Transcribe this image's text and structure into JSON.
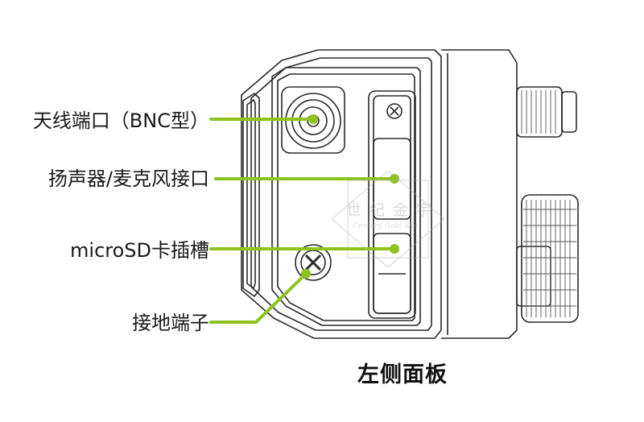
{
  "diagram": {
    "caption": "左侧面板",
    "accent_color": "#8dc21f",
    "callouts": [
      {
        "id": "antenna",
        "label": "天线端口（BNC型）"
      },
      {
        "id": "speaker",
        "label": "扬声器/麦克风接口"
      },
      {
        "id": "microsd",
        "label": "microSD卡插槽"
      },
      {
        "id": "ground",
        "label": "接地端子"
      }
    ]
  },
  "watermark": {
    "text": "世纪金宇",
    "subtext": "Century Gold Sky"
  }
}
